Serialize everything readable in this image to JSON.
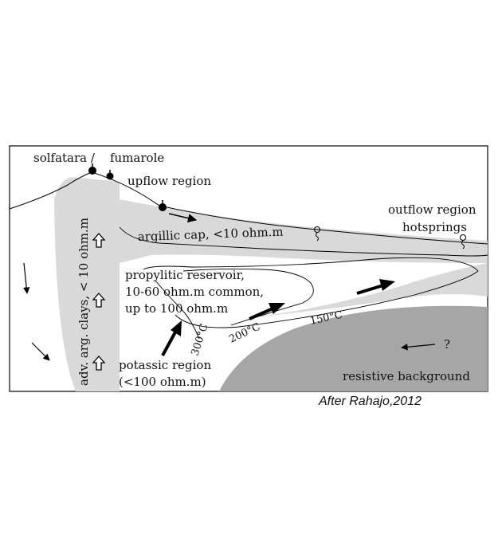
{
  "labels": {
    "solfatara": "solfatara /",
    "fumarole": "fumarole",
    "upflow": "upflow region",
    "outflow": "outflow region",
    "hotsprings": "hotsprings",
    "argillic_cap": "argillic cap, <10 ohm.m",
    "propylitic_1": "propylitic reservoir,",
    "propylitic_2": "10-60 ohm.m common,",
    "propylitic_3": "up to 100 ohm.m",
    "adv_clays": "adv. arg. clays, < 10 ohm.m",
    "potassic_1": "potassic region",
    "potassic_2": "(<100 ohm.m)",
    "resistive": "resistive background",
    "t300": "300°C",
    "t200": "200°C",
    "t150": "150°C",
    "question": "?"
  },
  "credit": "After Rahajo,2012",
  "colors": {
    "clay_zone": "#d9d9d9",
    "resistive_zone": "#a6a6a6",
    "frame": "#000000"
  }
}
